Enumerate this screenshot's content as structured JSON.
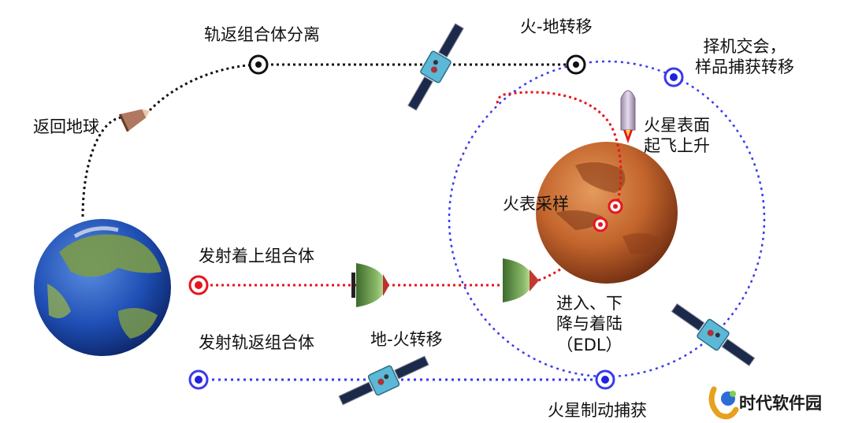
{
  "labels": {
    "orbit_separation": "轨返组合体分离",
    "mars_earth_transfer": "火-地转移",
    "rendezvous_line1": "择机交会，",
    "rendezvous_line2": "样品捕获转移",
    "return_earth": "返回地球",
    "mars_ascent_line1": "火星表面",
    "mars_ascent_line2": "起飞上升",
    "mars_sampling": "火表采样",
    "launch_lander": "发射着上组合体",
    "edl_line1": "进入、下",
    "edl_line2": "降与着陆",
    "edl_line3": "（EDL）",
    "launch_orbiter": "发射轨返组合体",
    "earth_mars_transfer": "地-火转移",
    "mars_capture": "火星制动捕获"
  },
  "logo": {
    "text": "时代软件园"
  },
  "colors": {
    "blue_path": "#3a3af0",
    "red_path": "#e8141c",
    "black_path": "#111111",
    "mars": "#c2642c",
    "earth_ocean": "#1f4fb5",
    "earth_land": "#7a9a4a"
  }
}
